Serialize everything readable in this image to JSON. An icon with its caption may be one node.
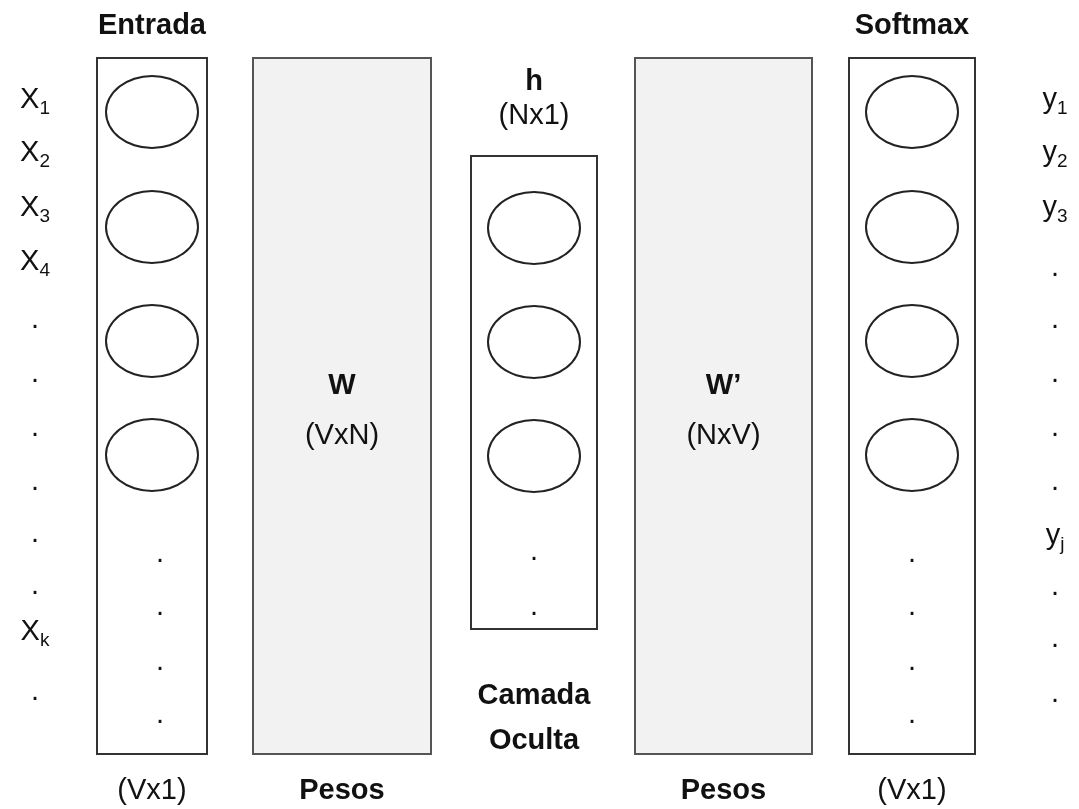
{
  "diagram": {
    "nodes": [
      {
        "text": [
          "Entrada"
        ],
        "beside": [
          "(Vx1)"
        ]
      },
      {
        "text": [],
        "shape": "circle",
        "in": 0
      },
      {
        "text": [],
        "shape": "circle",
        "in": 0
      },
      {
        "text": [],
        "shape": "circle",
        "in": 0
      },
      {
        "text": [],
        "shape": "circle",
        "in": 0
      },
      {
        "text": [
          "W",
          "(VxN)"
        ],
        "beside": [
          "Pesos"
        ]
      },
      {
        "text": [
          "h",
          "(Nx1)"
        ],
        "beside": [
          "Camada Oculta"
        ]
      },
      {
        "text": [],
        "shape": "circle",
        "in": 6
      },
      {
        "text": [],
        "shape": "circle",
        "in": 6
      },
      {
        "text": [],
        "shape": "circle",
        "in": 6
      },
      {
        "text": [
          "W’",
          "(NxV)"
        ],
        "beside": [
          "Pesos"
        ]
      },
      {
        "text": [
          "Softmax"
        ],
        "beside": [
          "(Vx1)"
        ]
      },
      {
        "text": [],
        "shape": "circle",
        "in": 11
      },
      {
        "text": [],
        "shape": "circle",
        "in": 11
      },
      {
        "text": [],
        "shape": "circle",
        "in": 11
      },
      {
        "text": [],
        "shape": "circle",
        "in": 11
      }
    ],
    "edges": [],
    "labels": [
      "X$_{1}$",
      "X$_{2}$",
      "X$_{3}$",
      "X$_{4}$",
      ".",
      ".",
      ".",
      ".",
      ".",
      ".",
      "X$_{k}$",
      ".",
      ".",
      ".",
      ".",
      ".",
      ".",
      ".",
      ".",
      ".",
      ".",
      ".",
      "y$_{1}$",
      "y$_{2}$",
      "y$_{3}$",
      ".",
      ".",
      ".",
      ".",
      ".",
      "y$_{j}$",
      ".",
      ".",
      "."
    ]
  }
}
